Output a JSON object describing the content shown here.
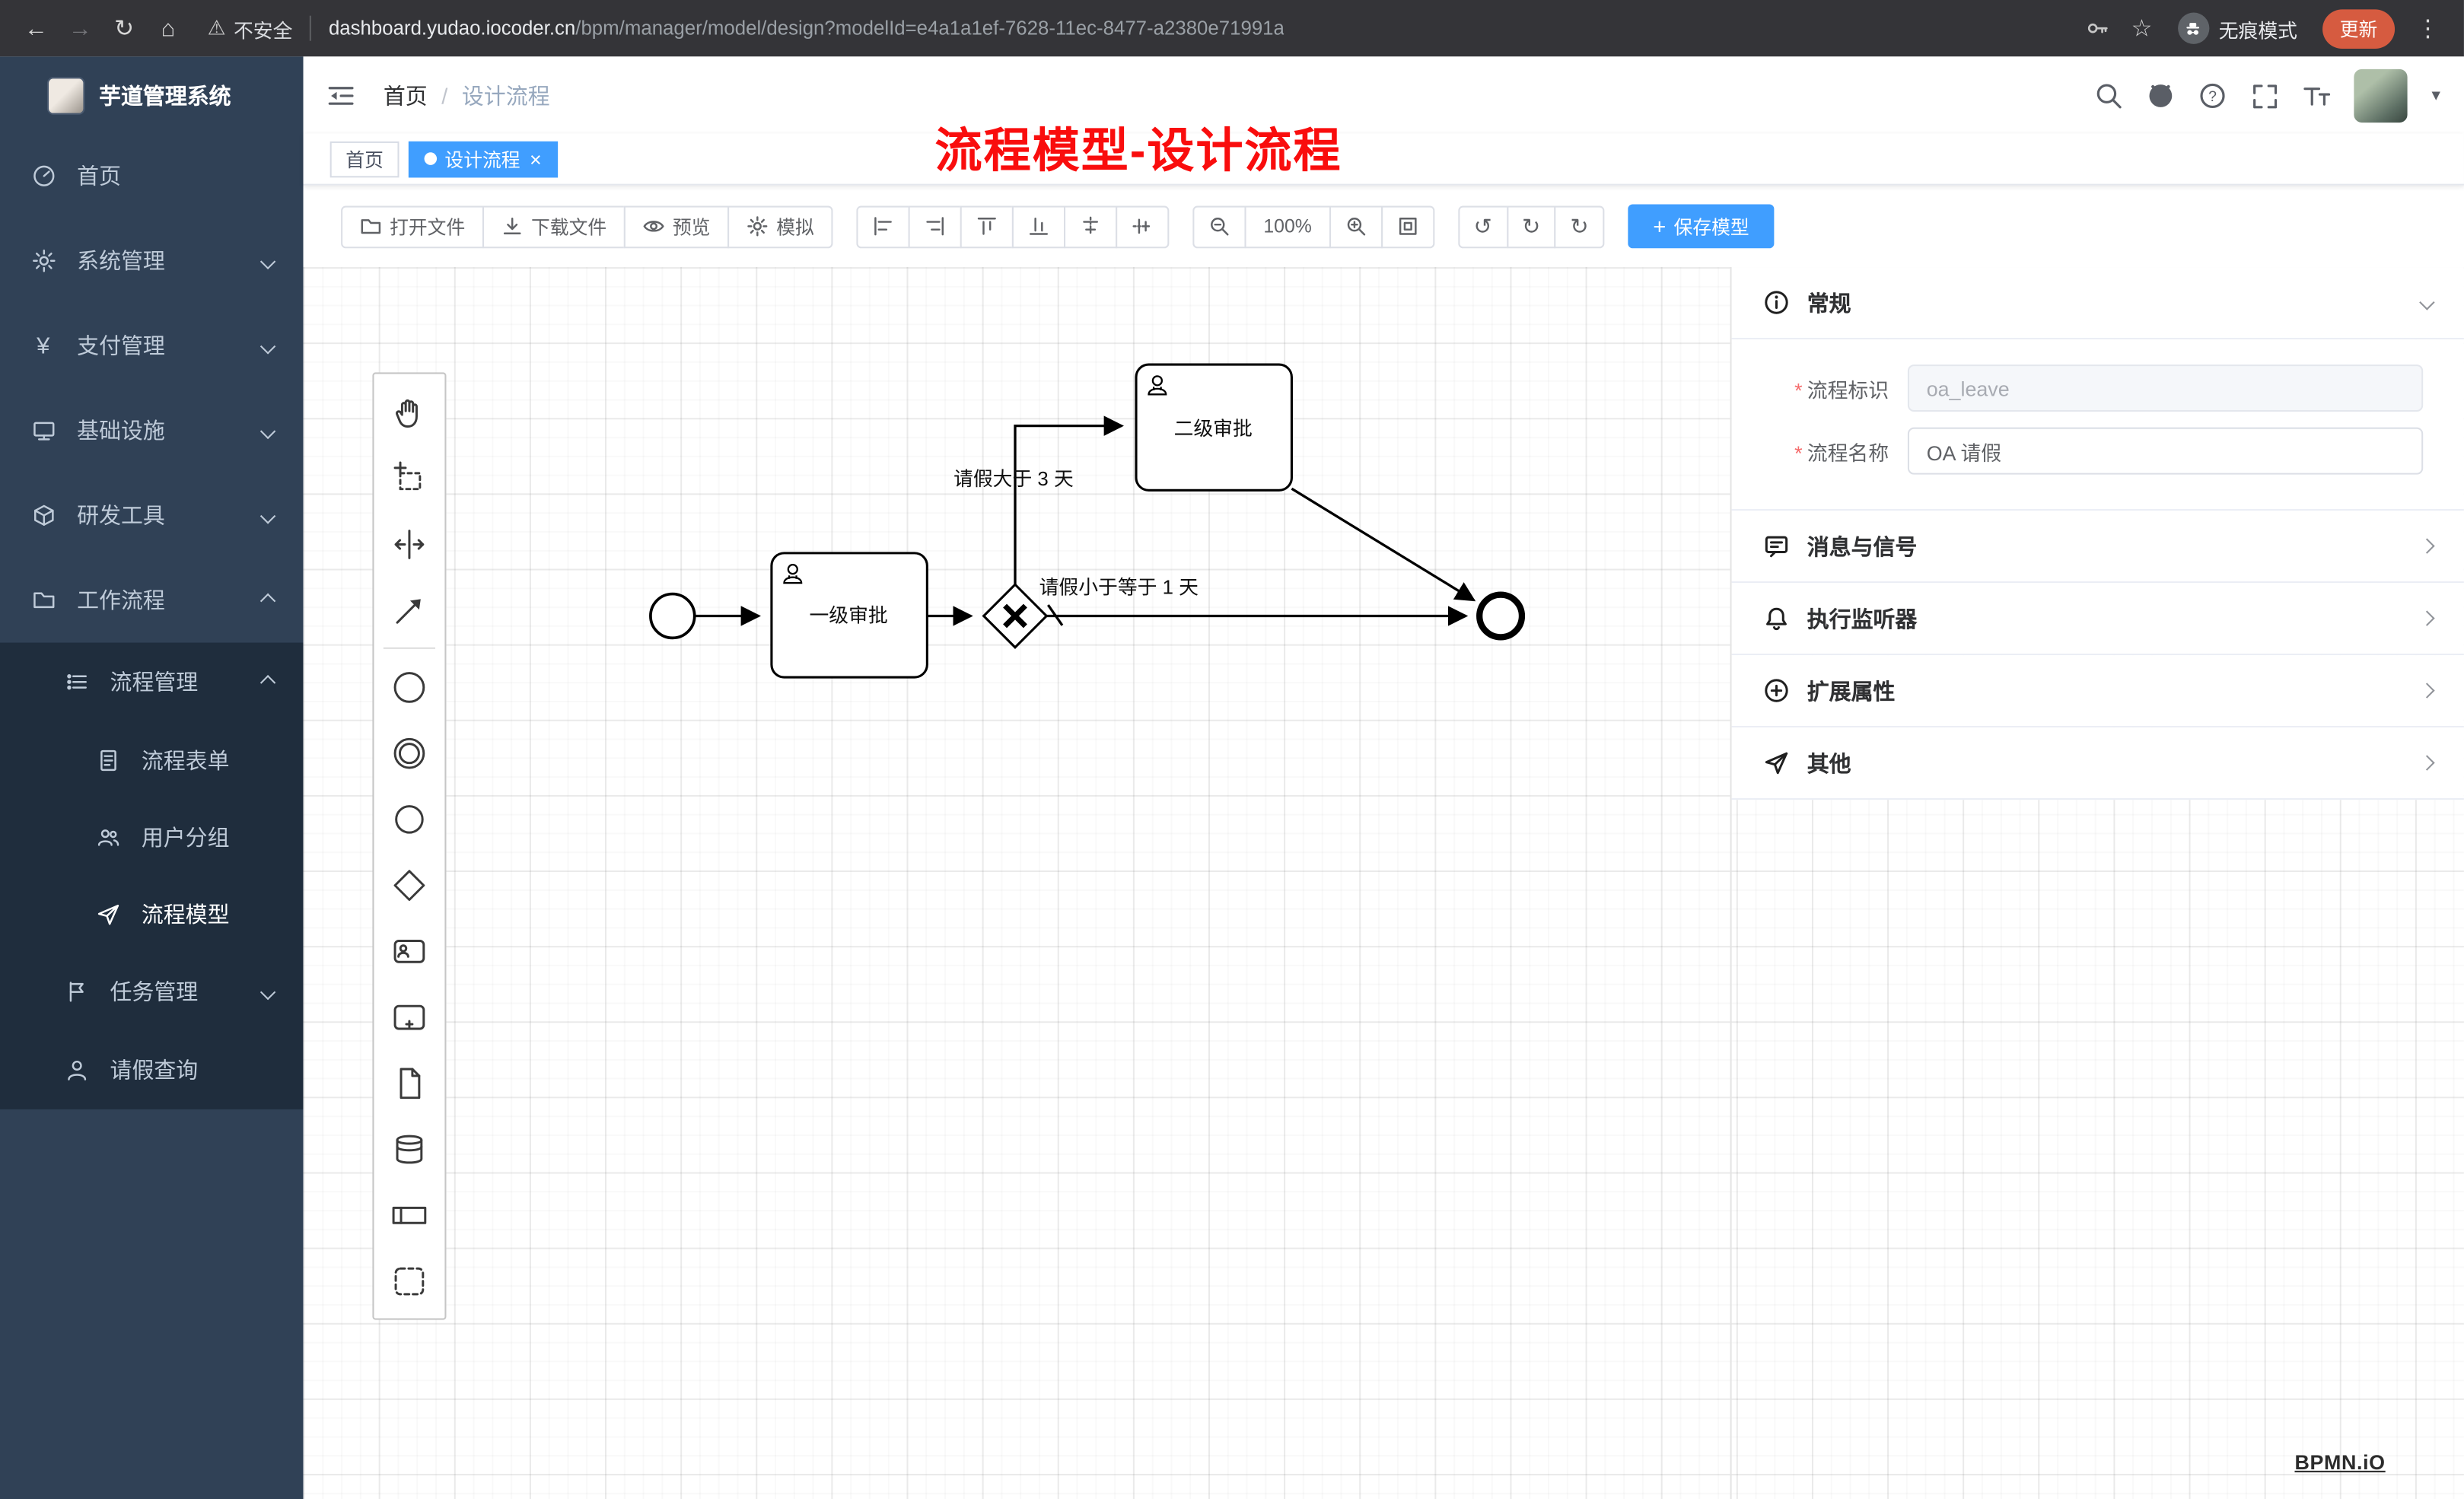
{
  "colors": {
    "accent": "#409eff",
    "sidebar_bg": "#304156",
    "submenu_bg": "#1f2d3d",
    "annotation_red": "#f90d0d",
    "update_orange": "#d65b40"
  },
  "browser": {
    "security": "不安全",
    "url_host": "dashboard.yudao.iocoder.cn",
    "url_path": "/bpm/manager/model/design?modelId=e4a1a1ef-7628-11ec-8477-a2380e71991a",
    "incognito": "无痕模式",
    "update": "更新"
  },
  "icons": {
    "back": "←",
    "forward": "→",
    "reload": "↻",
    "home": "⌂",
    "warning": "⚠",
    "star": "☆",
    "more": "⋮",
    "close": "×",
    "plus": "+",
    "caret": "▾",
    "undo": "↺",
    "redo": "↻",
    "reset": "↻",
    "pay": "¥",
    "question": "?"
  },
  "sidebar": {
    "title": "芋道管理系统",
    "menu": [
      {
        "label": "首页"
      },
      {
        "label": "系统管理"
      },
      {
        "label": "支付管理"
      },
      {
        "label": "基础设施"
      },
      {
        "label": "研发工具"
      },
      {
        "label": "工作流程"
      }
    ],
    "flow_group": "流程管理",
    "flow_items": [
      "流程表单",
      "用户分组",
      "流程模型"
    ],
    "task_group": "任务管理",
    "leave_item": "请假查询"
  },
  "header": {
    "crumb_home": "首页",
    "crumb_sep": "/",
    "crumb_current": "设计流程"
  },
  "tags": {
    "home": "首页",
    "active": "设计流程"
  },
  "annotation": "流程模型-设计流程",
  "toolbar": {
    "open": "打开文件",
    "download": "下载文件",
    "preview": "预览",
    "simulate": "模拟",
    "zoom": "100%",
    "save": "保存模型"
  },
  "diagram": {
    "task1": "一级审批",
    "task2": "二级审批",
    "label_gt": "请假大于 3 天",
    "label_le": "请假小于等于 1 天"
  },
  "panel": {
    "general": "常规",
    "message": "消息与信号",
    "listener": "执行监听器",
    "extension": "扩展属性",
    "other": "其他",
    "required_mark": "*",
    "key_label": "流程标识",
    "key_value": "oa_leave",
    "name_label": "流程名称",
    "name_value": "OA 请假"
  },
  "watermark": "BPMN.iO"
}
